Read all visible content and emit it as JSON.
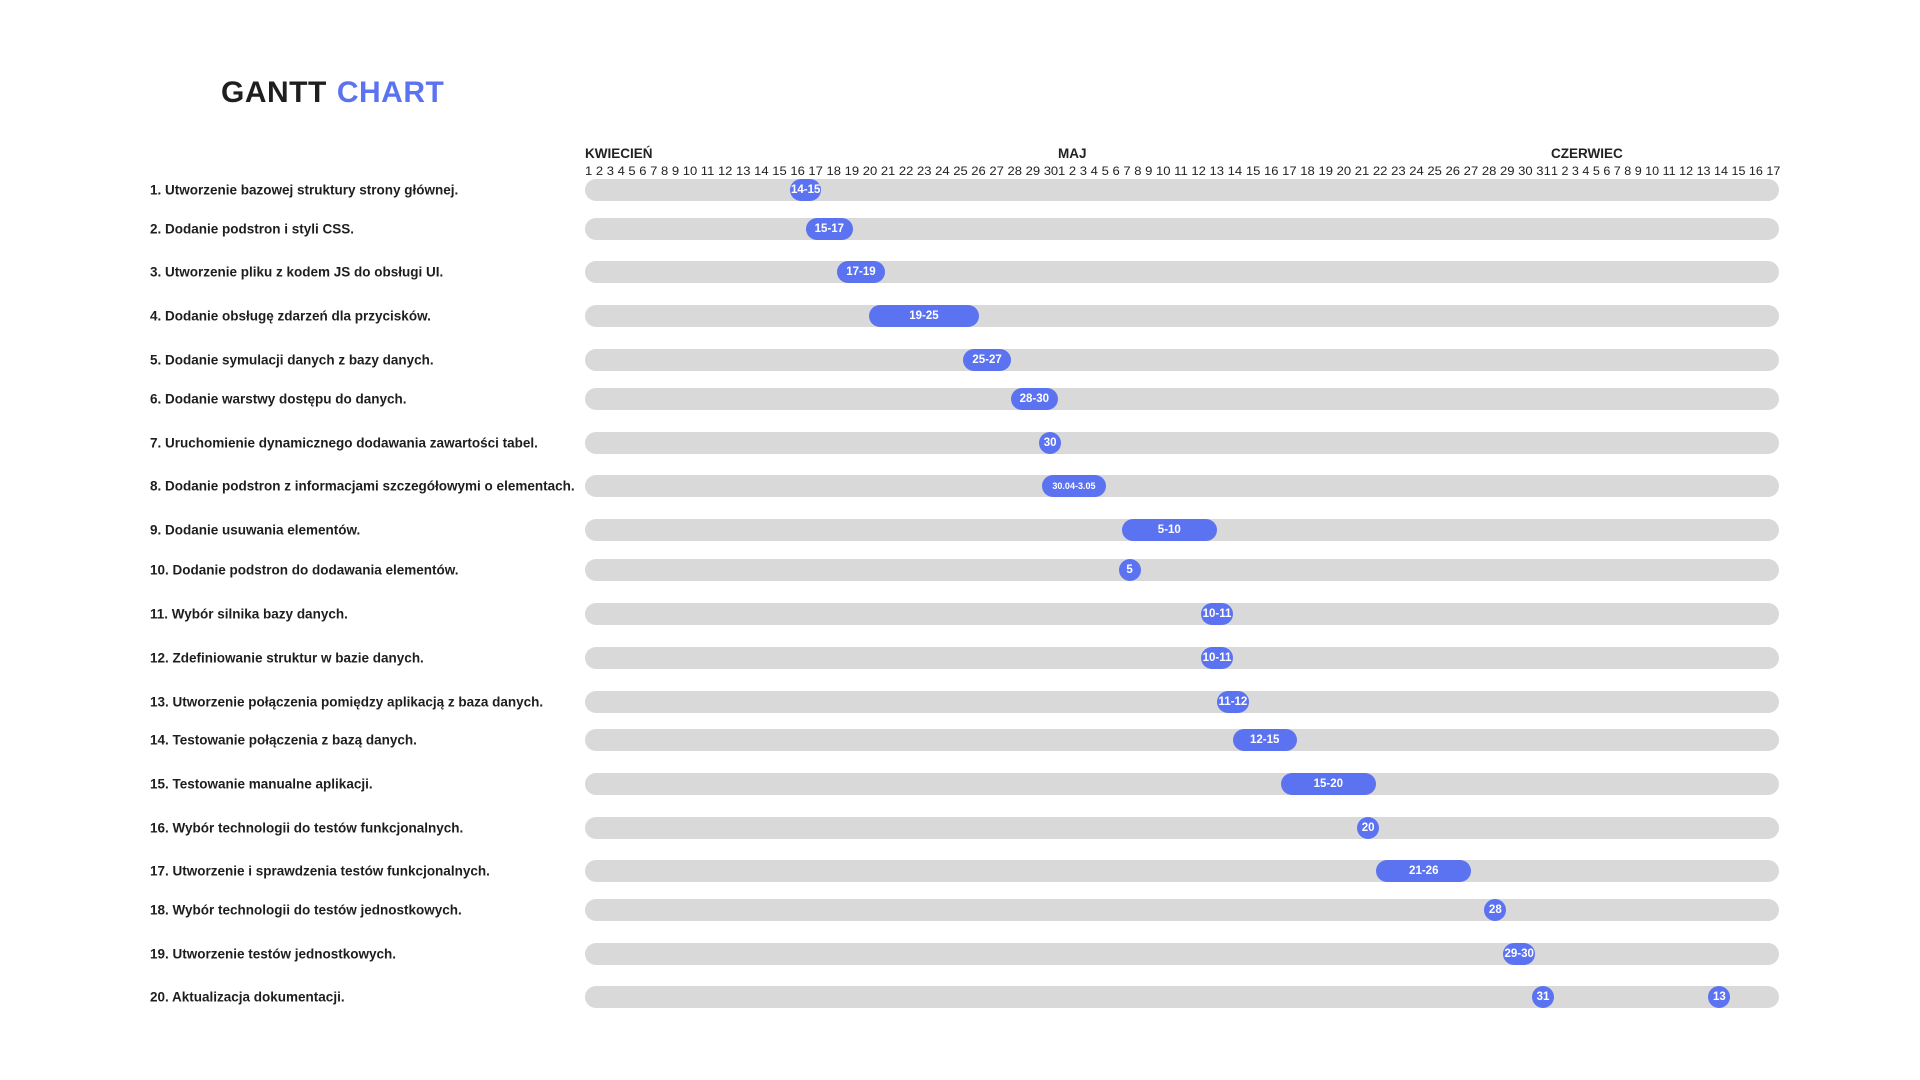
{
  "title": {
    "word1": "GANTT",
    "word2": "CHART"
  },
  "colors": {
    "accent": "#5b73f0",
    "track": "#d9d9d9"
  },
  "months": [
    {
      "name": "KWIECIEŃ",
      "days": "1 2 3 4 5 6 7 8 9 10 11 12 13 14 15 16 17 18 19 20 21 22 23 24 25 26 27 28 29 30"
    },
    {
      "name": "MAJ",
      "days": "1 2 3 4 5 6 7 8 9 10 11 12 13 14 15 16 17 18 19 20 21 22 23 24 25 26 27 28 29 30 31"
    },
    {
      "name": "CZERWIEC",
      "days": "1 2 3 4 5 6 7 8 9 10 11 12 13 14 15 16 17"
    }
  ],
  "chart_data": {
    "type": "gantt",
    "x_axis": {
      "start": "04-01",
      "end": "06-17"
    },
    "tasks": [
      {
        "name": "1. Utworzenie bazowej struktury strony głównej.",
        "bars": [
          {
            "start": "04-14",
            "end": "04-15",
            "label": "14-15"
          }
        ]
      },
      {
        "name": "2. Dodanie podstron i styli CSS.",
        "bars": [
          {
            "start": "04-15",
            "end": "04-17",
            "label": "15-17"
          }
        ]
      },
      {
        "name": "3. Utworzenie pliku z kodem JS do obsługi UI.",
        "bars": [
          {
            "start": "04-17",
            "end": "04-19",
            "label": "17-19"
          }
        ]
      },
      {
        "name": "4. Dodanie obsługę zdarzeń dla przycisków.",
        "bars": [
          {
            "start": "04-19",
            "end": "04-25",
            "label": "19-25"
          }
        ]
      },
      {
        "name": "5. Dodanie symulacji danych z bazy danych.",
        "bars": [
          {
            "start": "04-25",
            "end": "04-27",
            "label": "25-27"
          }
        ]
      },
      {
        "name": "6. Dodanie warstwy dostępu do danych.",
        "bars": [
          {
            "start": "04-28",
            "end": "04-30",
            "label": "28-30"
          }
        ]
      },
      {
        "name": "7. Uruchomienie dynamicznego dodawania zawartości tabel.",
        "bars": [
          {
            "start": "04-30",
            "end": "04-30",
            "label": "30"
          }
        ]
      },
      {
        "name": "8. Dodanie podstron z informacjami szczegółowymi o elementach.",
        "bars": [
          {
            "start": "04-30",
            "end": "05-03",
            "label": "30.04-3.05"
          }
        ]
      },
      {
        "name": "9. Dodanie usuwania elementów.",
        "bars": [
          {
            "start": "05-05",
            "end": "05-10",
            "label": "5-10"
          }
        ]
      },
      {
        "name": "10. Dodanie podstron do dodawania elementów.",
        "bars": [
          {
            "start": "05-05",
            "end": "05-05",
            "label": "5"
          }
        ]
      },
      {
        "name": "11. Wybór silnika bazy danych.",
        "bars": [
          {
            "start": "05-10",
            "end": "05-11",
            "label": "10-11"
          }
        ]
      },
      {
        "name": "12. Zdefiniowanie struktur w bazie danych.",
        "bars": [
          {
            "start": "05-10",
            "end": "05-11",
            "label": "10-11"
          }
        ]
      },
      {
        "name": "13. Utworzenie połączenia pomiędzy aplikacją z baza danych.",
        "bars": [
          {
            "start": "05-11",
            "end": "05-12",
            "label": "11-12"
          }
        ]
      },
      {
        "name": "14. Testowanie połączenia z bazą danych.",
        "bars": [
          {
            "start": "05-12",
            "end": "05-15",
            "label": "12-15"
          }
        ]
      },
      {
        "name": "15. Testowanie manualne aplikacji.",
        "bars": [
          {
            "start": "05-15",
            "end": "05-20",
            "label": "15-20"
          }
        ]
      },
      {
        "name": "16. Wybór technologii do testów funkcjonalnych.",
        "bars": [
          {
            "start": "05-20",
            "end": "05-20",
            "label": "20"
          }
        ]
      },
      {
        "name": "17. Utworzenie i sprawdzenia testów funkcjonalnych.",
        "bars": [
          {
            "start": "05-21",
            "end": "05-26",
            "label": "21-26"
          }
        ]
      },
      {
        "name": "18. Wybór technologii do testów jednostkowych.",
        "bars": [
          {
            "start": "05-28",
            "end": "05-28",
            "label": "28"
          }
        ]
      },
      {
        "name": "19. Utworzenie testów jednostkowych.",
        "bars": [
          {
            "start": "05-29",
            "end": "05-30",
            "label": "29-30"
          }
        ]
      },
      {
        "name": "20. Aktualizacja dokumentacji.",
        "bars": [
          {
            "start": "05-31",
            "end": "05-31",
            "label": "31"
          },
          {
            "start": "06-13",
            "end": "06-13",
            "label": "13"
          }
        ]
      }
    ]
  }
}
